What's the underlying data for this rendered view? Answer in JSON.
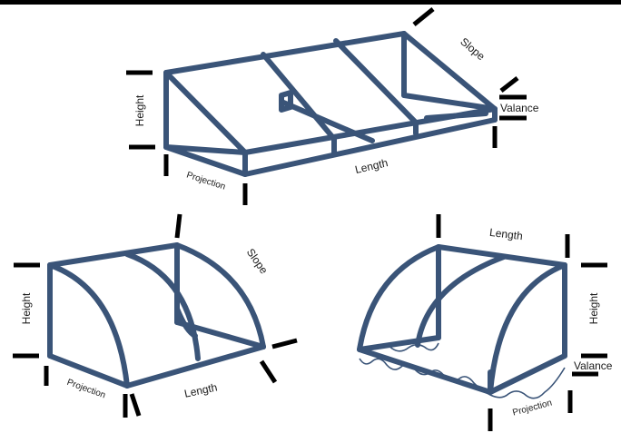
{
  "diagrams": {
    "standard": {
      "height": "Height",
      "projection": "Projection",
      "length": "Length",
      "slope": "Slope",
      "valance": "Valance"
    },
    "dome": {
      "height": "Height",
      "projection": "Projection",
      "length": "Length",
      "slope": "Slope"
    },
    "quarter_round": {
      "length": "Length",
      "height": "Height",
      "valance": "Valance",
      "projection": "Projection"
    }
  },
  "colors": {
    "frame": "#3a5478",
    "tick": "#000000"
  }
}
